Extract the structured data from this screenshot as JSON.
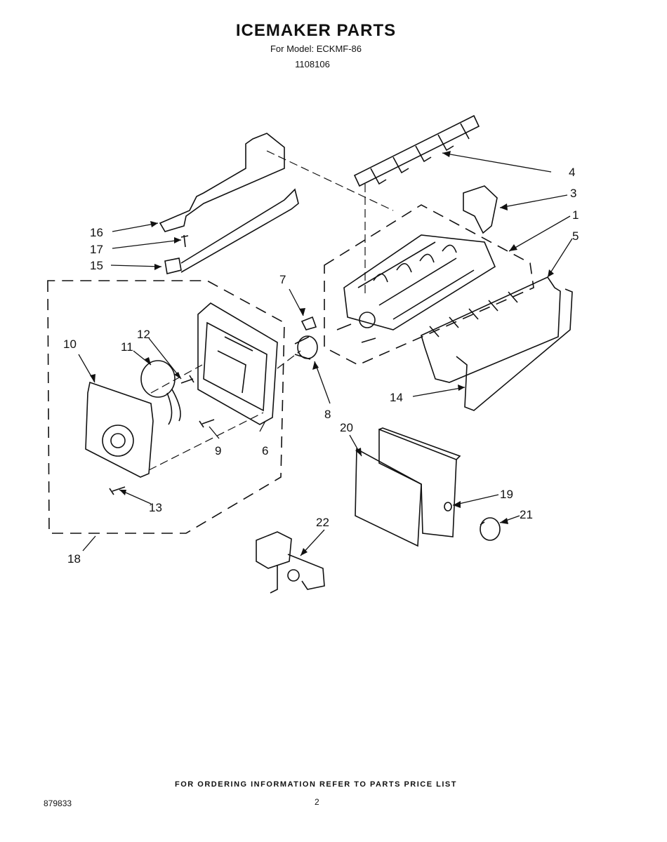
{
  "header": {
    "title": "ICEMAKER PARTS",
    "model": "For Model: ECKMF-86",
    "doc_number": "1108106"
  },
  "callouts": [
    "1",
    "3",
    "4",
    "5",
    "6",
    "7",
    "8",
    "9",
    "10",
    "11",
    "12",
    "13",
    "14",
    "15",
    "16",
    "17",
    "18",
    "19",
    "20",
    "21",
    "22"
  ],
  "footer": {
    "ordering_note": "FOR ORDERING INFORMATION REFER TO PARTS PRICE LIST",
    "reference_number": "879833",
    "page_number": "2"
  }
}
